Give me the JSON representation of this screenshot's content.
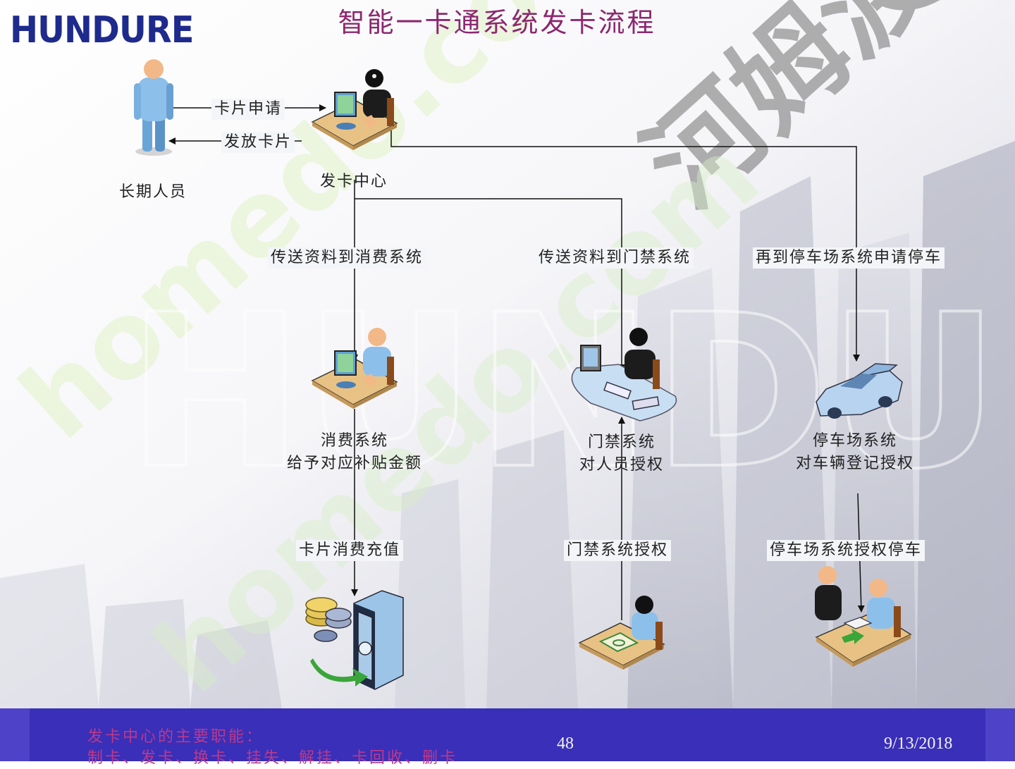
{
  "header": {
    "logo": "HUNDURE",
    "title": "智能一卡通系统发卡流程"
  },
  "watermark": {
    "text_1": "homedo.com",
    "text_2": "河姆渡",
    "text_3": "HUNDURE"
  },
  "nodes": {
    "person": "长期人员",
    "card_center": "发卡中心",
    "consume_line1": "消费系统",
    "consume_line2": "给予对应补贴金额",
    "access_line1": "门禁系统",
    "access_line2": "对人员授权",
    "parking_line1": "停车场系统",
    "parking_line2": "对车辆登记授权"
  },
  "edges": {
    "card_apply": "卡片申请",
    "card_issue": "发放卡片",
    "to_consume": "传送资料到消费系统",
    "to_access": "传送资料到门禁系统",
    "to_parking": "再到停车场系统申请停车",
    "card_recharge": "卡片消费充值",
    "access_auth": "门禁系统授权",
    "parking_auth": "停车场系统授权停车"
  },
  "footer": {
    "line1": "发卡中心的主要职能：",
    "line2": "制卡、发卡、换卡、挂失、解挂、卡回收、删卡",
    "page_number": "48",
    "date": "9/13/2018"
  },
  "colors": {
    "title": "#8c2870",
    "logo": "#1e2a8c",
    "footer_bg": "#3a2fb8",
    "footer_text": "#b93a8c"
  }
}
